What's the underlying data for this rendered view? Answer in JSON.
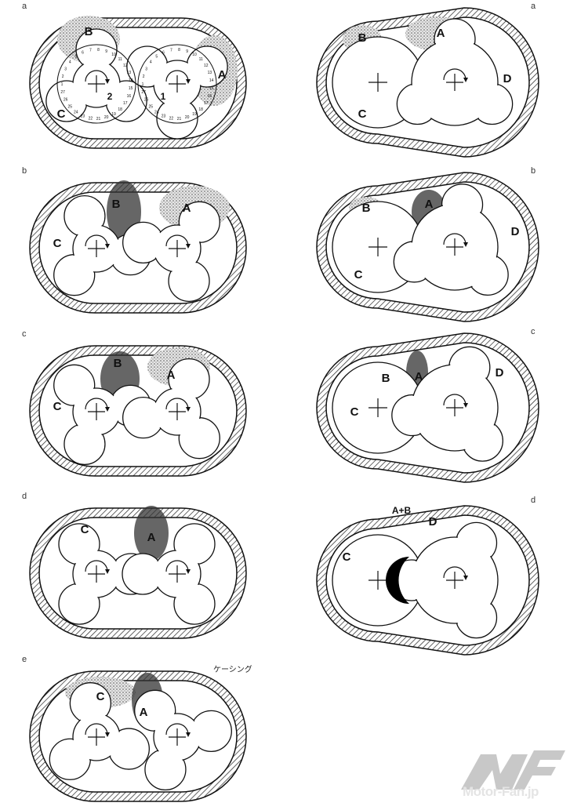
{
  "left_column": [
    {
      "label": "a",
      "regions": [
        "B",
        "A",
        "C"
      ],
      "rotor_numbers": [
        "2",
        "1"
      ],
      "dial_numbers": [
        "1",
        "2",
        "3",
        "4",
        "5",
        "6",
        "7",
        "8",
        "9",
        "10",
        "11",
        "12",
        "13",
        "14",
        "15",
        "16",
        "17",
        "18",
        "19",
        "20",
        "21",
        "22",
        "23",
        "24",
        "25",
        "26",
        "27"
      ]
    },
    {
      "label": "b",
      "regions": [
        "B",
        "A",
        "C"
      ]
    },
    {
      "label": "c",
      "regions": [
        "B",
        "A",
        "C"
      ]
    },
    {
      "label": "d",
      "regions": [
        "A",
        "C"
      ]
    },
    {
      "label": "e",
      "regions": [
        "C",
        "A"
      ]
    }
  ],
  "right_column": [
    {
      "label": "a",
      "regions": [
        "B",
        "A",
        "C",
        "D"
      ]
    },
    {
      "label": "b",
      "regions": [
        "B",
        "A",
        "C",
        "D"
      ]
    },
    {
      "label": "c",
      "regions": [
        "B",
        "A",
        "C",
        "D"
      ]
    },
    {
      "label": "d",
      "regions": [
        "A+B",
        "C",
        "D"
      ]
    }
  ],
  "casing_label": "ケーシング",
  "watermark": {
    "text": "Motor-Fan.jp",
    "color": "#c8c8c8"
  },
  "colors": {
    "line": "#111111",
    "stipple": "#9a9a9a",
    "dark": "#333333"
  }
}
